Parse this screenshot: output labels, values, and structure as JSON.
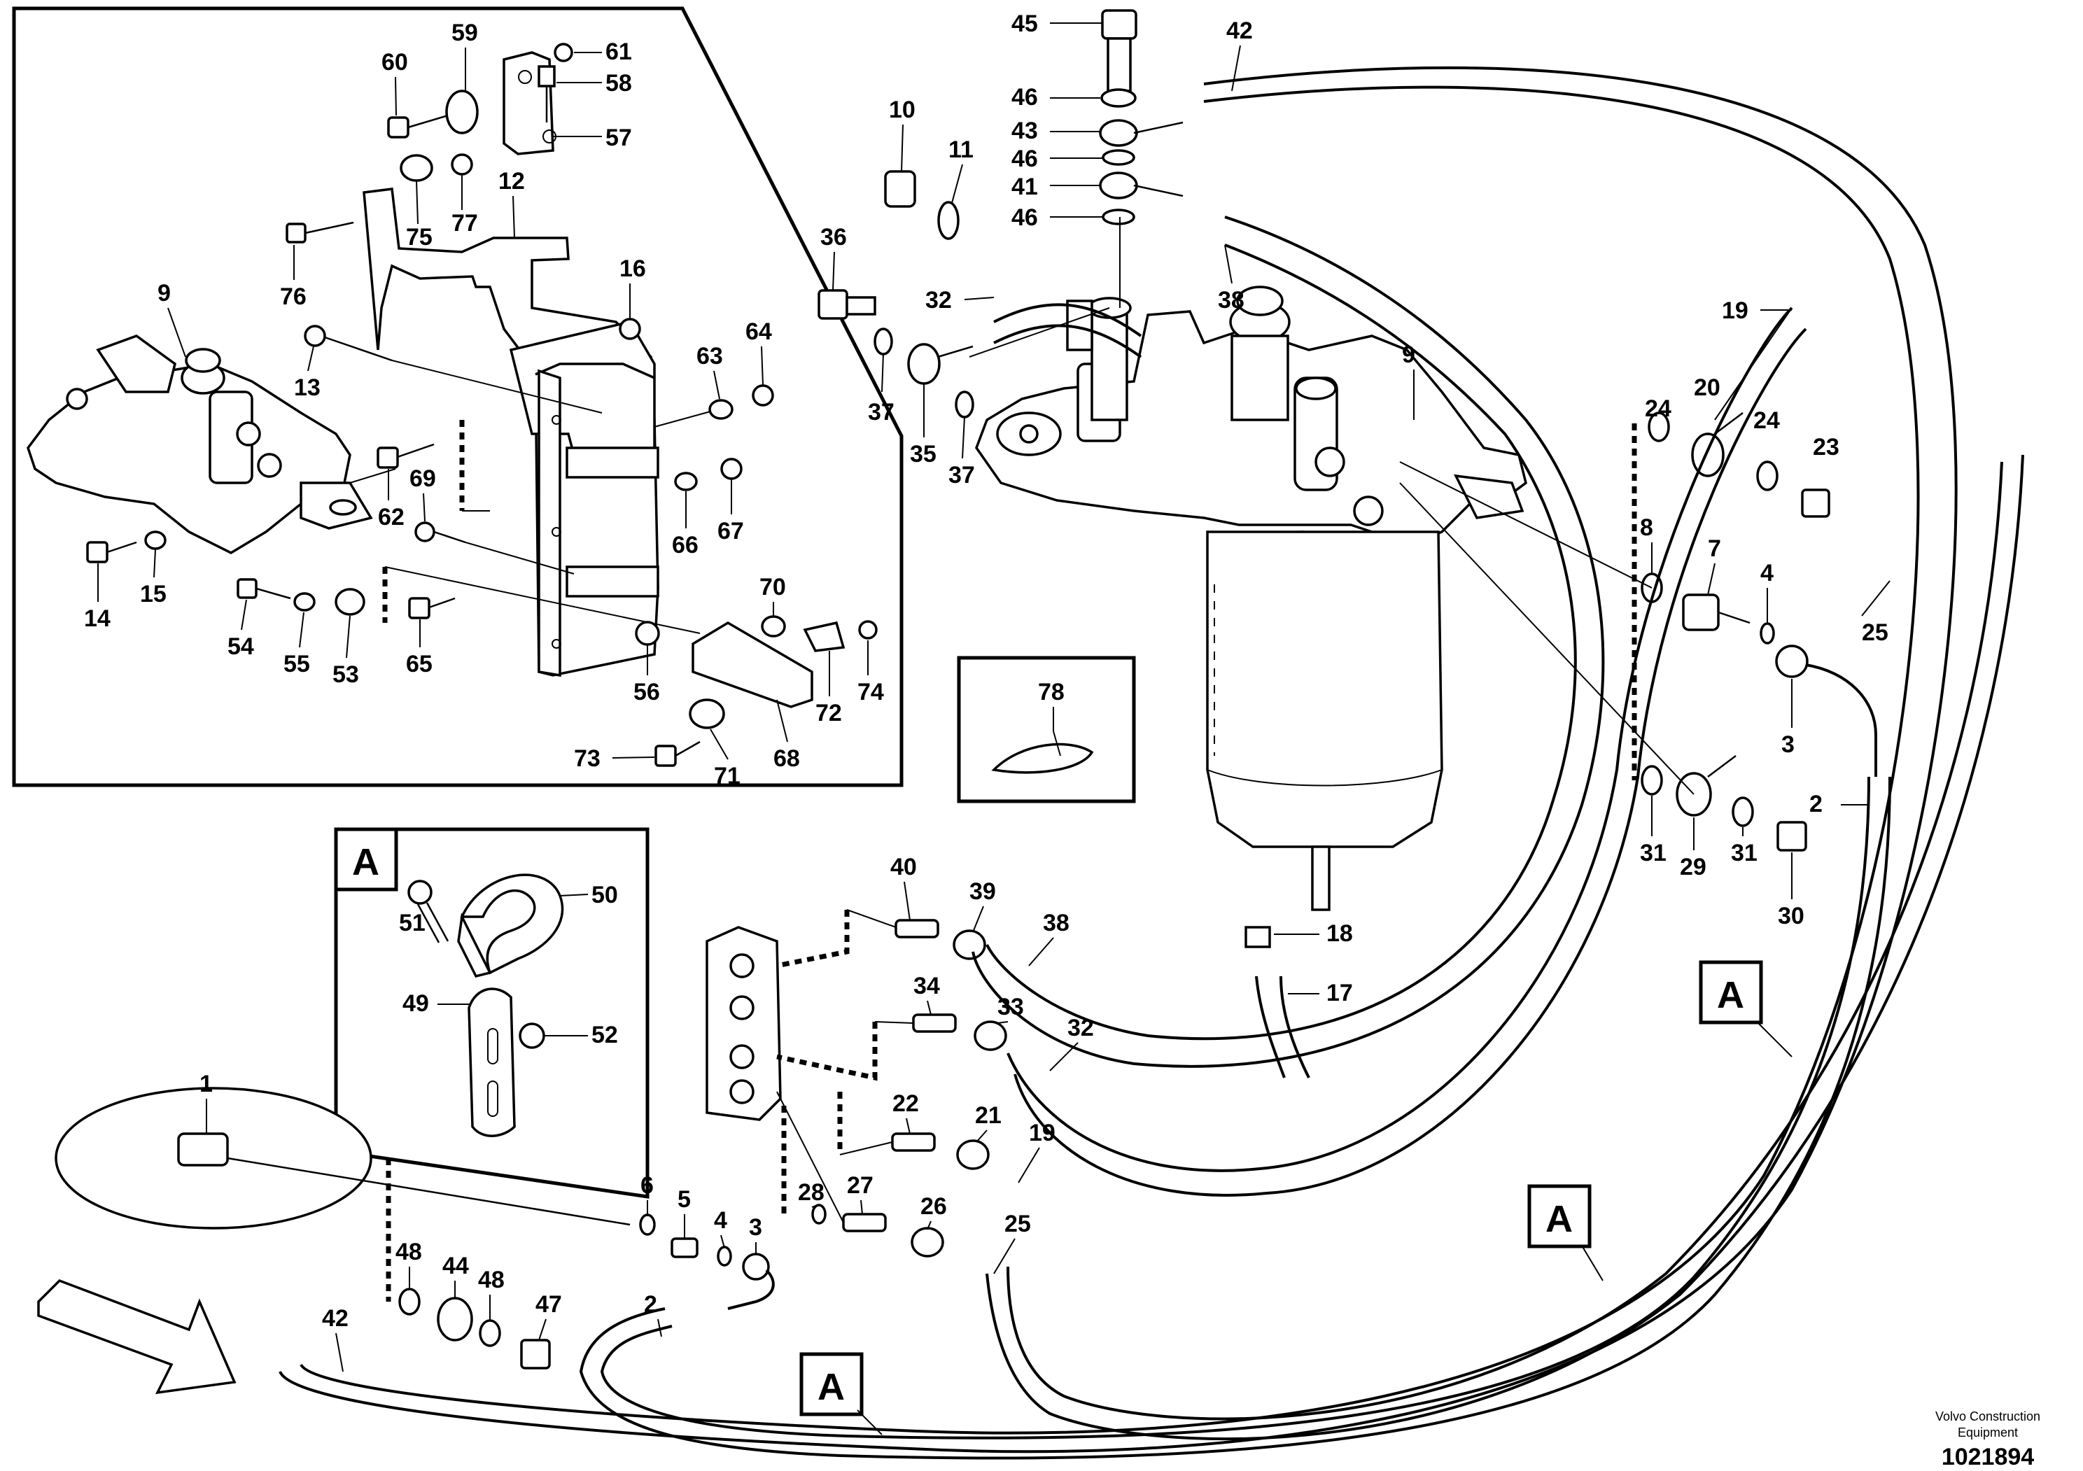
{
  "credit": {
    "line1": "Volvo Construction",
    "line2": "Equipment",
    "doc_number": "1021894"
  },
  "section_label": "A",
  "inset_labels": [
    "60",
    "59",
    "61",
    "58",
    "57",
    "12",
    "77",
    "75",
    "76",
    "16",
    "9",
    "13",
    "64",
    "63",
    "69",
    "62",
    "67",
    "66",
    "14",
    "15",
    "70",
    "54",
    "55",
    "53",
    "65",
    "56",
    "74",
    "72",
    "68",
    "73",
    "71"
  ],
  "detail_labels": [
    "51",
    "50",
    "49",
    "52"
  ],
  "tie_label": "78",
  "main_labels": [
    "45",
    "42",
    "46",
    "43",
    "46",
    "41",
    "46",
    "10",
    "11",
    "36",
    "32",
    "38",
    "19",
    "9",
    "24",
    "20",
    "24",
    "23",
    "37",
    "35",
    "37",
    "8",
    "7",
    "4",
    "25",
    "3",
    "31",
    "29",
    "31",
    "30",
    "2",
    "18",
    "17",
    "40",
    "39",
    "38",
    "34",
    "33",
    "32",
    "22",
    "21",
    "19",
    "28",
    "27",
    "26",
    "25",
    "1",
    "6",
    "5",
    "4",
    "3",
    "2",
    "48",
    "44",
    "48",
    "47",
    "42"
  ],
  "icons": [
    "direction-arrow-icon"
  ]
}
